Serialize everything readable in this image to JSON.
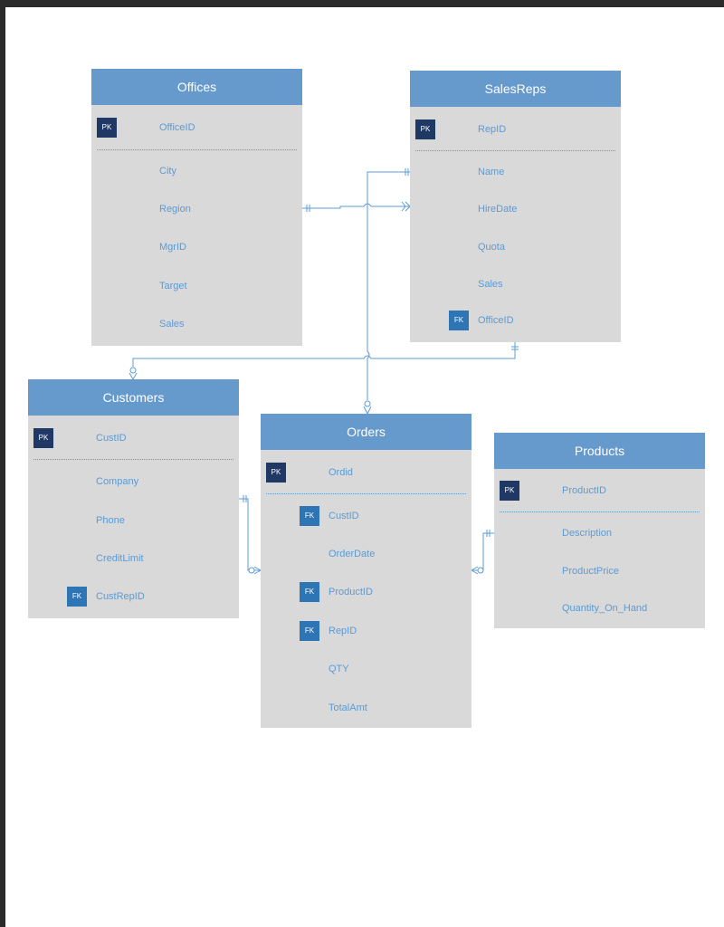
{
  "diagram": {
    "entities": {
      "offices": {
        "title": "Offices",
        "fields": [
          {
            "name": "OfficeID",
            "key": "PK"
          },
          {
            "name": "City",
            "key": ""
          },
          {
            "name": "Region",
            "key": ""
          },
          {
            "name": "MgrID",
            "key": ""
          },
          {
            "name": "Target",
            "key": ""
          },
          {
            "name": "Sales",
            "key": ""
          }
        ]
      },
      "salesreps": {
        "title": "SalesReps",
        "fields": [
          {
            "name": "RepID",
            "key": "PK"
          },
          {
            "name": "Name",
            "key": ""
          },
          {
            "name": "HireDate",
            "key": ""
          },
          {
            "name": "Quota",
            "key": ""
          },
          {
            "name": "Sales",
            "key": ""
          },
          {
            "name": "OfficeID",
            "key": "FK"
          }
        ]
      },
      "customers": {
        "title": "Customers",
        "fields": [
          {
            "name": "CustID",
            "key": "PK"
          },
          {
            "name": "Company",
            "key": ""
          },
          {
            "name": "Phone",
            "key": ""
          },
          {
            "name": "CreditLimit",
            "key": ""
          },
          {
            "name": "CustRepID",
            "key": "FK"
          }
        ]
      },
      "orders": {
        "title": "Orders",
        "fields": [
          {
            "name": "Ordid",
            "key": "PK"
          },
          {
            "name": "CustID",
            "key": "FK"
          },
          {
            "name": "OrderDate",
            "key": ""
          },
          {
            "name": "ProductID",
            "key": "FK"
          },
          {
            "name": "RepID",
            "key": "FK"
          },
          {
            "name": "QTY",
            "key": ""
          },
          {
            "name": "TotalAmt",
            "key": ""
          }
        ]
      },
      "products": {
        "title": "Products",
        "fields": [
          {
            "name": "ProductID",
            "key": "PK"
          },
          {
            "name": "Description",
            "key": ""
          },
          {
            "name": "ProductPrice",
            "key": ""
          },
          {
            "name": "Quantity_On_Hand",
            "key": ""
          }
        ]
      }
    },
    "colors": {
      "header": "#6699cc",
      "body": "#d9d9d9",
      "field_text": "#5b9bd5",
      "pk_badge": "#1f3864",
      "fk_badge": "#2e75b6",
      "connector": "#5b9bd5"
    }
  }
}
